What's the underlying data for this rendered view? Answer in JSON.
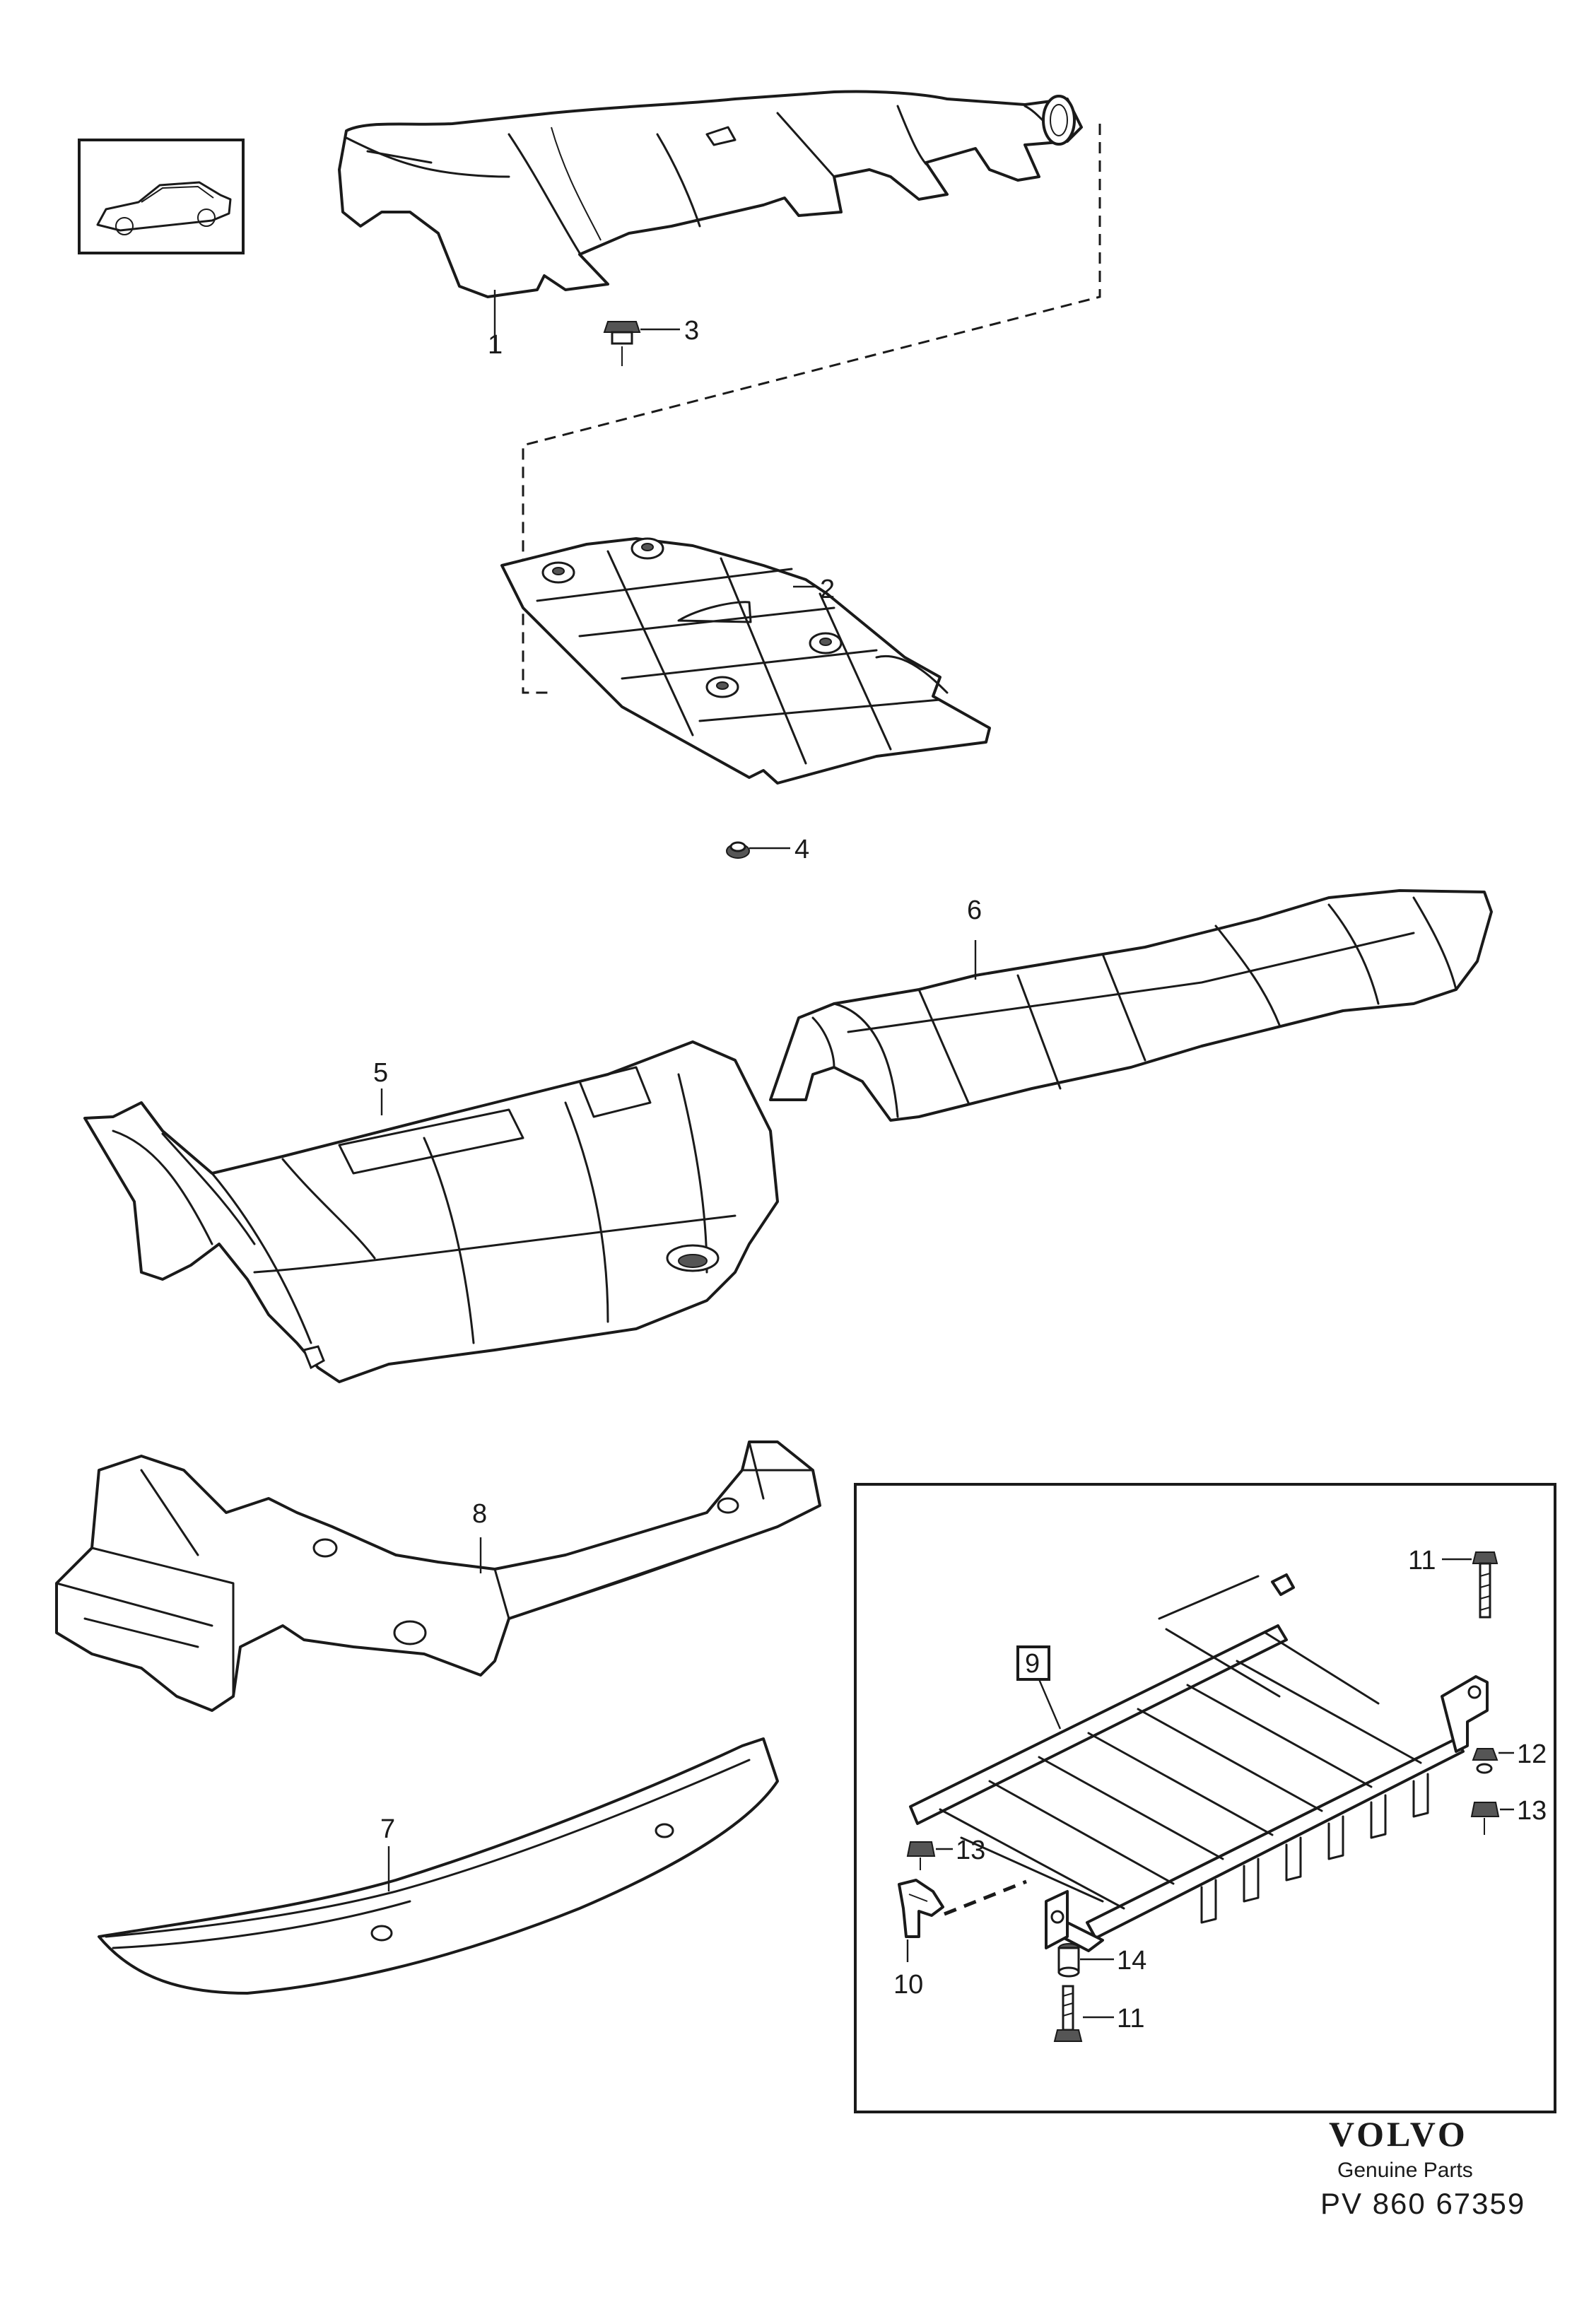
{
  "callouts": {
    "p1": "1",
    "p2": "2",
    "p3": "3",
    "p4": "4",
    "p5": "5",
    "p6": "6",
    "p7": "7",
    "p8": "8",
    "p9": "9",
    "p10": "10",
    "p11_top": "11",
    "p11_bottom": "11",
    "p12": "12",
    "p13_right": "13",
    "p13_left": "13",
    "p14": "14"
  },
  "footer": {
    "brand": "VOLVO",
    "tagline": "Genuine Parts",
    "part_number": "PV 860 67359"
  }
}
